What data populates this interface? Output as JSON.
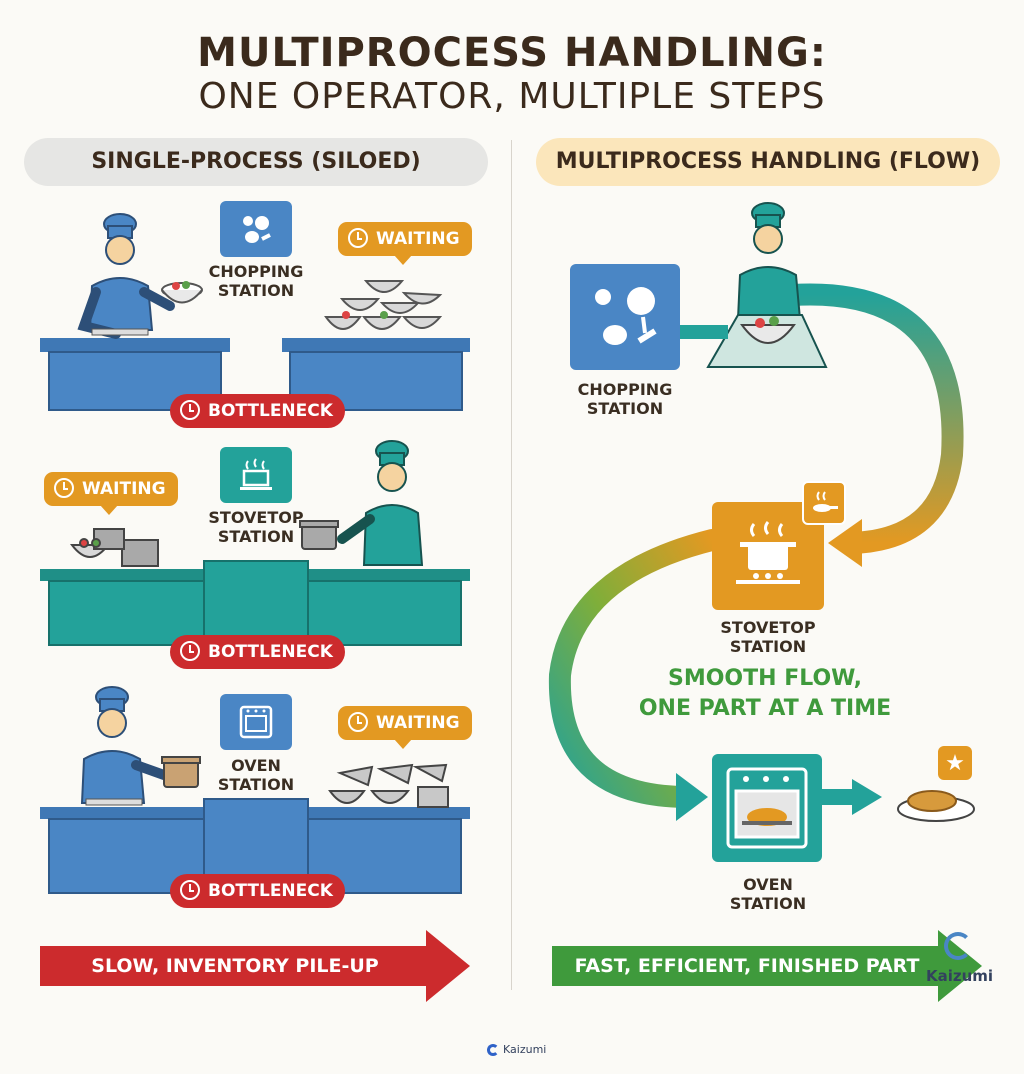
{
  "title": {
    "line1": "MULTIPROCESS HANDLING:",
    "line2": "ONE OPERATOR, MULTIPLE STEPS"
  },
  "left_panel": {
    "header": "SINGLE-PROCESS (SILOED)",
    "rows": [
      {
        "station": "CHOPPING\nSTATION",
        "waiting": "WAITING",
        "bottleneck": "BOTTLENECK"
      },
      {
        "station": "STOVETOP\nSTATION",
        "waiting": "WAITING",
        "bottleneck": "BOTTLENECK"
      },
      {
        "station": "OVEN\nSTATION",
        "waiting": "WAITING",
        "bottleneck": "BOTTLENECK"
      }
    ],
    "footer_arrow": "SLOW, INVENTORY PILE-UP"
  },
  "right_panel": {
    "header": "MULTIPROCESS HANDLING (FLOW)",
    "stations": [
      {
        "label": "CHOPPING\nSTATION"
      },
      {
        "label": "STOVETOP\nSTATION"
      },
      {
        "label": "OVEN\nSTATION"
      }
    ],
    "flow_caption": "SMOOTH FLOW,\nONE PART AT A TIME",
    "footer_arrow": "FAST, EFFICIENT, FINISHED PART"
  },
  "branding": {
    "watermark": "Kaizumi",
    "footer_logo": "Kaizumi"
  },
  "colors": {
    "blue": "#4a86c5",
    "teal": "#23a29a",
    "orange": "#e39922",
    "red": "#cc2b2d",
    "green": "#3f9a3c",
    "chef_skin": "#f5d3a0"
  }
}
